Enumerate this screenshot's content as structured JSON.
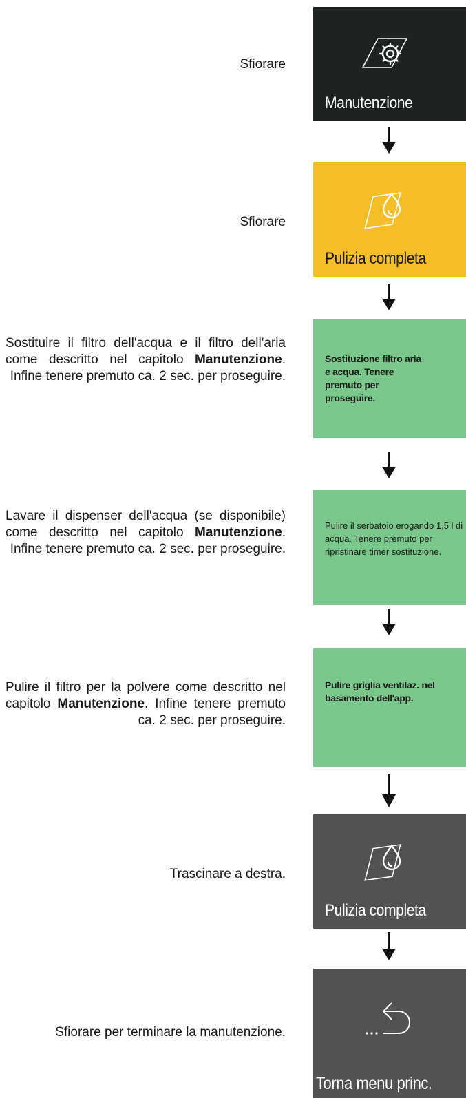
{
  "steps": [
    {
      "instruction": "Sfiorare",
      "tile": {
        "label": "Manutenzione",
        "icon": "maintenance-gear-icon",
        "color": "#1f2223"
      }
    },
    {
      "instruction": "Sfiorare",
      "tile": {
        "label": "Pulizia completa",
        "icon": "water-drop-cleaning-icon",
        "color": "#f5bd26"
      }
    },
    {
      "instruction_before": "Sostituire il filtro dell'acqua e il filtro dell'aria come descritto nel capitolo ",
      "instruction_bold": "Manutenzione",
      "instruction_after": ". Infine tenere premuto ca. 2 sec. per proseguire.",
      "tile": {
        "message": "Sostituzione filtro aria e acqua. Tenere premuto per proseguire.",
        "color": "#79c78b"
      }
    },
    {
      "instruction_before": "Lavare il dispenser dell'acqua (se disponibile) come descritto nel capitolo ",
      "instruction_bold": "Manutenzione",
      "instruction_after": ". Infine tenere premuto ca. 2 sec. per proseguire.",
      "tile": {
        "message": "Pulire il serbatoio erogando 1,5 l di acqua. Tenere premuto per ripristinare timer sostituzione.",
        "color": "#79c78b"
      }
    },
    {
      "instruction_before": "Pulire il filtro per la polvere come descritto nel capitolo ",
      "instruction_bold": "Manutenzione",
      "instruction_after": ". Infine tenere premuto ca. 2 sec. per proseguire.",
      "tile": {
        "message": "Pulire griglia ventilaz. nel basamento dell'app.",
        "color": "#79c78b"
      }
    },
    {
      "instruction": "Trascinare a destra.",
      "tile": {
        "label": "Pulizia completa",
        "icon": "water-drop-cleaning-icon",
        "color": "#505253"
      }
    },
    {
      "instruction": "Sfiorare per terminare la manutenzione.",
      "tile": {
        "label": "Torna menu princ.",
        "icon": "return-arrow-icon",
        "color": "#505253"
      }
    }
  ]
}
